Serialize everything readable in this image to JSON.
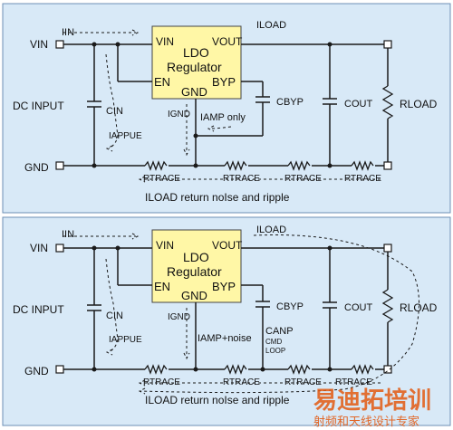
{
  "panels": [
    {
      "labels": {
        "iin": "IIN",
        "vin": "VIN",
        "dc_input": "DC INPUT",
        "gnd": "GND",
        "cin": "CIN",
        "iappue": "IAPPUE",
        "ignd": "IGND",
        "iamp": "IAMP only",
        "cbyp": "CBYP",
        "cout": "COUT",
        "rload": "RLOAD",
        "iload_top": "ILOAD",
        "chip_vin": "VIN",
        "chip_title1": "LDO",
        "chip_title2": "Regulator",
        "chip_en": "EN",
        "chip_gnd": "GND",
        "chip_byp": "BYP",
        "chip_vout": "VOUT",
        "rtrace": "RTRACE",
        "return_note": "ILOAD return  noIse and ripple"
      }
    },
    {
      "labels": {
        "iin": "IIN",
        "vin": "VIN",
        "dc_input": "DC INPUT",
        "gnd": "GND",
        "cin": "CIN",
        "iappue": "IAPPUE",
        "ignd": "IGND",
        "iamp": "IAMP+noise",
        "cbyp": "CBYP",
        "canp": "CANP",
        "cmd": "CMD",
        "loop": "LOOP",
        "cout": "COUT",
        "rload": "RLOAD",
        "iload_top": "ILOAD",
        "chip_vin": "VIN",
        "chip_title1": "LDO",
        "chip_title2": "Regulator",
        "chip_en": "EN",
        "chip_gnd": "GND",
        "chip_byp": "BYP",
        "chip_vout": "VOUT",
        "rtrace": "RTRACE",
        "return_note": "ILOAD return  noIse and ripple"
      }
    }
  ],
  "watermark": {
    "main": "易迪拓培训",
    "sub": "射频和天线设计专家"
  }
}
